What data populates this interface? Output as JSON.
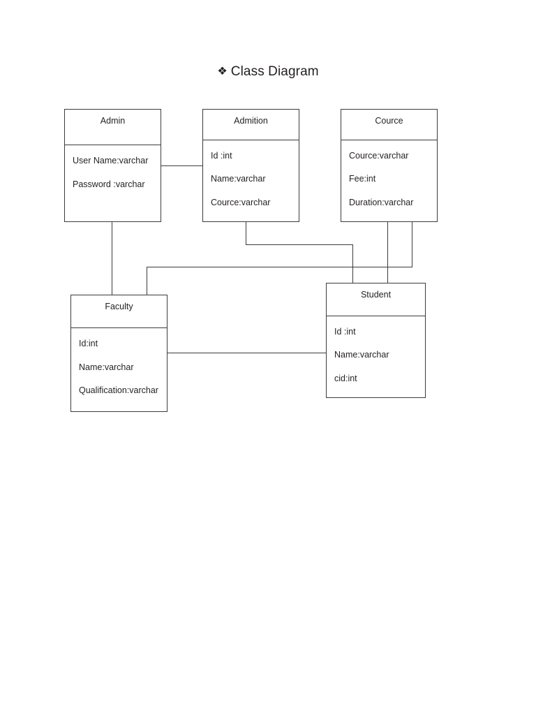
{
  "title": {
    "bullet": "❖",
    "text": "Class Diagram"
  },
  "diagram": {
    "type": "uml-class-diagram",
    "classes": [
      {
        "id": "admin",
        "name": "Admin",
        "attributes": [
          "User Name:varchar",
          "Password :varchar"
        ]
      },
      {
        "id": "admition",
        "name": "Admition",
        "attributes": [
          "Id :int",
          "Name:varchar",
          "Cource:varchar"
        ]
      },
      {
        "id": "cource",
        "name": "Cource",
        "attributes": [
          "Cource:varchar",
          "Fee:int",
          "Duration:varchar"
        ]
      },
      {
        "id": "faculty",
        "name": "Faculty",
        "attributes": [
          "Id:int",
          "Name:varchar",
          "Qualification:varchar"
        ]
      },
      {
        "id": "student",
        "name": "Student",
        "attributes": [
          "Id :int",
          "Name:varchar",
          "cid:int"
        ]
      }
    ],
    "associations": [
      {
        "from": "admin",
        "to": "admition"
      },
      {
        "from": "admin",
        "to": "faculty"
      },
      {
        "from": "admition",
        "to": "student"
      },
      {
        "from": "cource",
        "to": "student"
      },
      {
        "from": "cource",
        "to": "faculty"
      },
      {
        "from": "faculty",
        "to": "student"
      }
    ]
  },
  "style": {
    "line_color": "#3b3b3b",
    "text_color": "#231f20",
    "background": "#ffffff"
  }
}
